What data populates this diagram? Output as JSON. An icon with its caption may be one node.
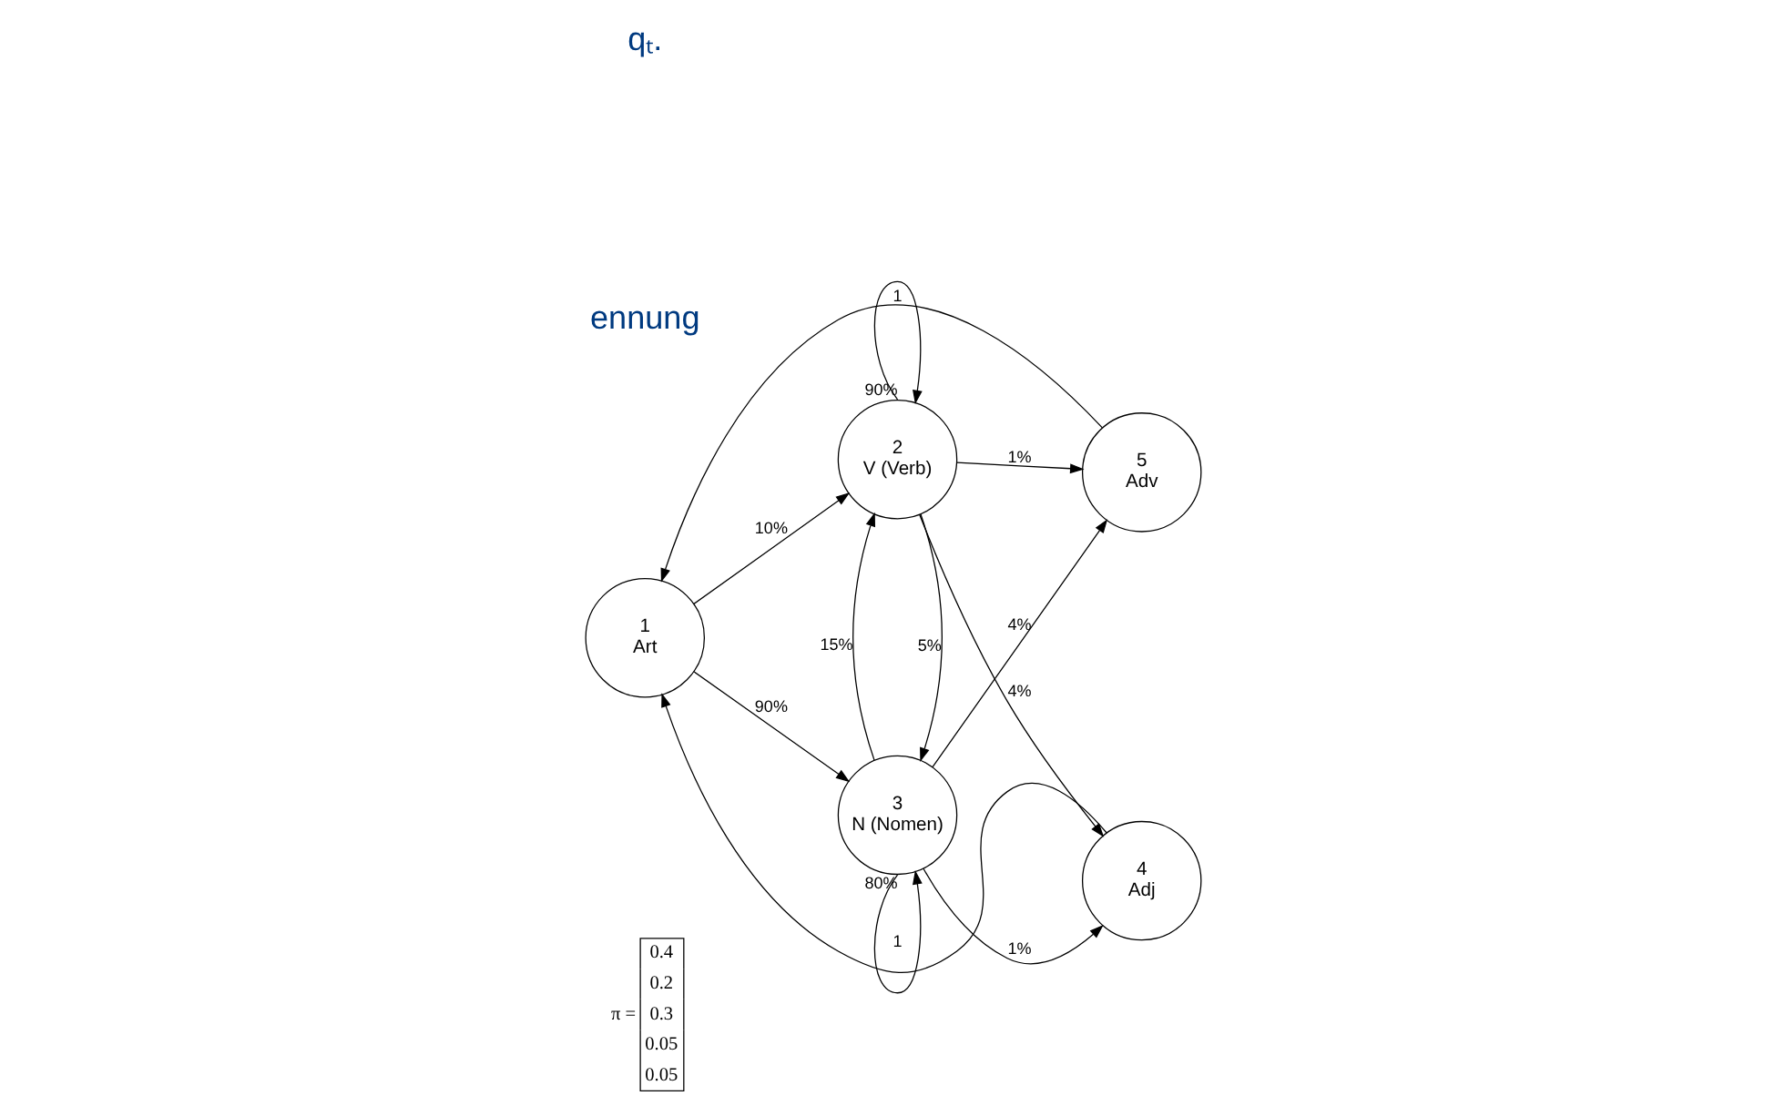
{
  "diagram": {
    "nodes": [
      {
        "text": [
          "1",
          "Art"
        ]
      },
      {
        "text": [
          "2",
          "V (Verb)"
        ]
      },
      {
        "text": [
          "3",
          "N (Nomen)"
        ]
      },
      {
        "text": [
          "4",
          "Adj"
        ]
      },
      {
        "text": [
          "5",
          "Adv"
        ]
      }
    ],
    "edges": [
      {
        "from": 3,
        "to": 0,
        "arrow": "to",
        "label": "1"
      },
      {
        "from": 1,
        "to": 1,
        "arrow": "to",
        "label": "90%"
      },
      {
        "from": 0,
        "to": 1,
        "arrow": "to",
        "label": "10%"
      },
      {
        "from": 1,
        "to": 3,
        "arrow": "to",
        "label": "4%"
      },
      {
        "from": 1,
        "to": 4,
        "arrow": "to",
        "label": "1%"
      },
      {
        "from": 1,
        "to": 2,
        "arrow": "to",
        "label": "5%"
      },
      {
        "from": 2,
        "to": 1,
        "arrow": "to",
        "label": "15%"
      },
      {
        "from": 2,
        "to": 3,
        "arrow": "to",
        "label": "1%"
      },
      {
        "from": 0,
        "to": 2,
        "arrow": "to",
        "label": "90%"
      },
      {
        "from": 2,
        "to": 4,
        "arrow": "to",
        "label": "4%"
      },
      {
        "from": 2,
        "to": 2,
        "arrow": "to",
        "label": "80%"
      },
      {
        "from": 4,
        "to": 0,
        "arrow": "to",
        "label": "1"
      }
    ],
    "labels": [
      "qₜ.",
      "ennung",
      "π =",
      "0.4",
      "0.2",
      "0.3",
      "0.05",
      "0.05"
    ]
  }
}
